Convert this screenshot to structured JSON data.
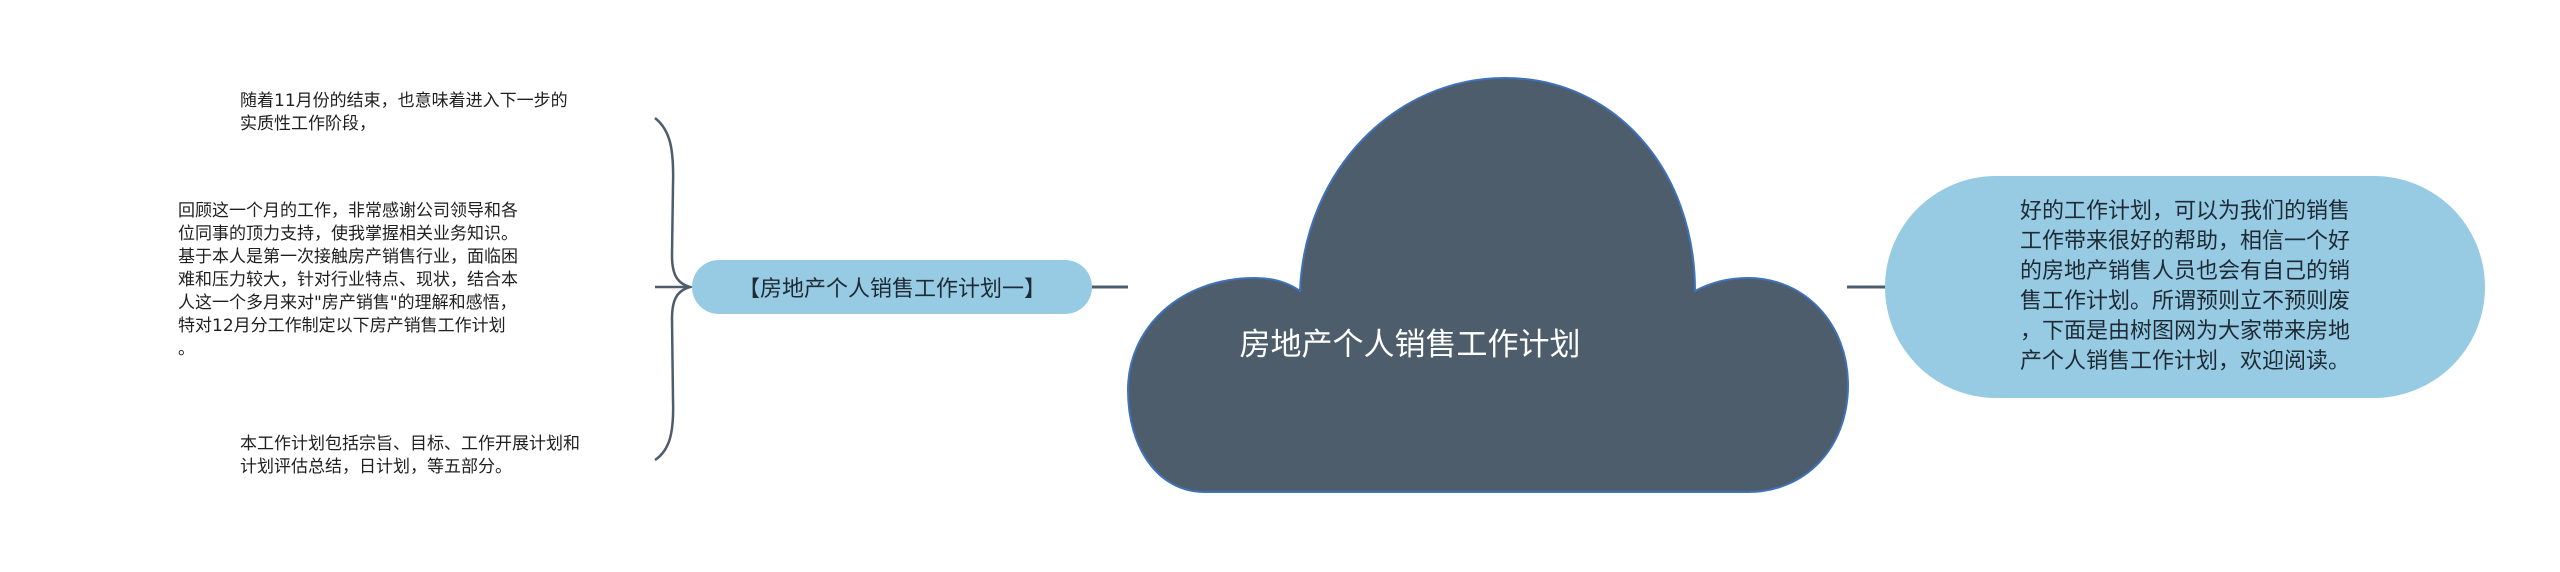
{
  "central": {
    "title": "房地产个人销售工作计划"
  },
  "branch": {
    "label": "【房地产个人销售工作计划一】"
  },
  "notes": [
    "随着11月份的结束，也意味着进入下一步的\n实质性工作阶段，",
    "回顾这一个月的工作，非常感谢公司领导和各\n位同事的顶力支持，使我掌握相关业务知识。\n基于本人是第一次接触房产销售行业，面临困\n难和压力较大，针对行业特点、现状，结合本\n人这一个多月来对\"房产销售\"的理解和感悟，\n特对12月分工作制定以下房产销售工作计划\n。",
    "本工作计划包括宗旨、目标、工作开展计划和\n计划评估总结，日计划，等五部分。"
  ],
  "right_node": {
    "text": "好的工作计划，可以为我们的销售\n工作带来很好的帮助，相信一个好\n的房地产销售人员也会有自己的销\n售工作计划。所谓预则立不预则废\n，下面是由树图网为大家带来房地\n产个人销售工作计划，欢迎阅读。"
  },
  "colors": {
    "cloud_fill": "#4d5d6c",
    "cloud_stroke": "#3f72b8",
    "node_fill": "#96cbe3",
    "connector": "#4d5d6c"
  }
}
